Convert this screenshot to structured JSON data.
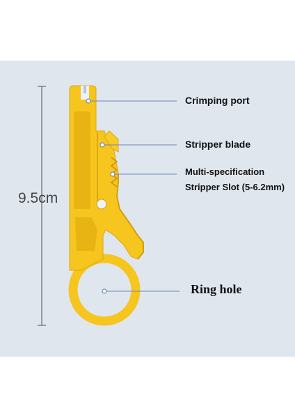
{
  "annotations": {
    "crimping_port": "Crimping port",
    "stripper_blade": "Stripper blade",
    "multi_spec_line1": "Multi-specification",
    "multi_spec_line2": "Stripper Slot (5-6.2mm)",
    "ring_hole": "Ring hole"
  },
  "dimension": {
    "length_label": "9.5cm"
  },
  "colors": {
    "background_panel": "#dfe6ee",
    "tool_body": "#f6c51e",
    "tool_shade": "#e2ab10",
    "leader_line": "#6f86b4",
    "dimension_line": "#666666"
  }
}
